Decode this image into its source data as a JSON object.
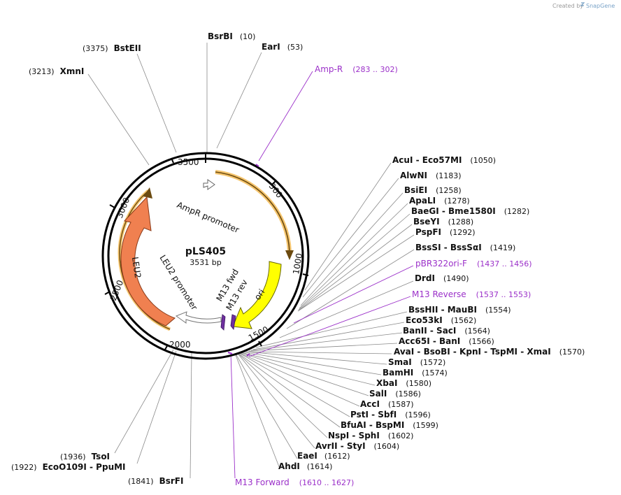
{
  "credit": {
    "prefix": "Created by",
    "brand": "SnapGene"
  },
  "plasmid": {
    "name": "pLS405",
    "length": "3531 bp"
  },
  "ticks": [
    "500",
    "1000",
    "1500",
    "2000",
    "2500",
    "3000",
    "3500"
  ],
  "features": {
    "ampr_promoter": "AmpR promoter",
    "leu2_promoter": "LEU2 promoter",
    "leu2": "LEU2",
    "ori": "ori",
    "m13_fwd": "M13 fwd",
    "m13_rev": "M13 rev"
  },
  "colors": {
    "leu2": "#f08050",
    "ori": "#ffff00",
    "ampr": "#f5c56e",
    "feature_label": "#9b30c9",
    "primer": "#7030a0"
  },
  "labels_left": [
    {
      "enzyme": "BsrBI",
      "pos": "(10)"
    },
    {
      "enzyme": "EarI",
      "pos": "(53)"
    },
    {
      "enzyme": "BstEII",
      "pos": "(3375)"
    },
    {
      "enzyme": "XmnI",
      "pos": "(3213)"
    },
    {
      "enzyme": "TsoI",
      "pos": "(1936)"
    },
    {
      "enzyme": "EcoO109I - PpuMI",
      "pos": "(1922)"
    },
    {
      "enzyme": "BsrFI",
      "pos": "(1841)"
    },
    {
      "enzyme": "AhdI",
      "pos": "(1614)"
    },
    {
      "enzyme": "EaeI",
      "pos": "(1612)"
    }
  ],
  "labels_right": [
    {
      "enzyme": "AcuI  -  Eco57MI",
      "pos": "(1050)"
    },
    {
      "enzyme": "AlwNI",
      "pos": "(1183)"
    },
    {
      "enzyme": "BsiEI",
      "pos": "(1258)"
    },
    {
      "enzyme": "ApaLI",
      "pos": "(1278)"
    },
    {
      "enzyme": "BaeGI  -  Bme1580I",
      "pos": "(1282)"
    },
    {
      "enzyme": "BseYI",
      "pos": "(1288)"
    },
    {
      "enzyme": "PspFI",
      "pos": "(1292)"
    },
    {
      "enzyme": "BssSI  -  BssSαI",
      "pos": "(1419)"
    },
    {
      "enzyme": "DrdI",
      "pos": "(1490)"
    },
    {
      "enzyme": "BssHII  -  MauBI",
      "pos": "(1554)"
    },
    {
      "enzyme": "Eco53kI",
      "pos": "(1562)"
    },
    {
      "enzyme": "BanII  -  SacI",
      "pos": "(1564)"
    },
    {
      "enzyme": "Acc65I  -  BanI",
      "pos": "(1566)"
    },
    {
      "enzyme": "AvaI  -  BsoBI  -  KpnI  -  TspMI  -  XmaI",
      "pos": "(1570)"
    },
    {
      "enzyme": "SmaI",
      "pos": "(1572)"
    },
    {
      "enzyme": "BamHI",
      "pos": "(1574)"
    },
    {
      "enzyme": "XbaI",
      "pos": "(1580)"
    },
    {
      "enzyme": "SalI",
      "pos": "(1586)"
    },
    {
      "enzyme": "AccI",
      "pos": "(1587)"
    },
    {
      "enzyme": "PstI  -  SbfI",
      "pos": "(1596)"
    },
    {
      "enzyme": "BfuAI  -  BspMI",
      "pos": "(1599)"
    },
    {
      "enzyme": "NspI  -  SphI",
      "pos": "(1602)"
    },
    {
      "enzyme": "AvrII  -  StyI",
      "pos": "(1604)"
    }
  ],
  "feature_labels": [
    {
      "name": "Amp-R",
      "range": "(283 .. 302)"
    },
    {
      "name": "pBR322ori-F",
      "range": "(1437 .. 1456)"
    },
    {
      "name": "M13 Reverse",
      "range": "(1537 .. 1553)"
    },
    {
      "name": "M13 Forward",
      "range": "(1610 .. 1627)"
    }
  ]
}
